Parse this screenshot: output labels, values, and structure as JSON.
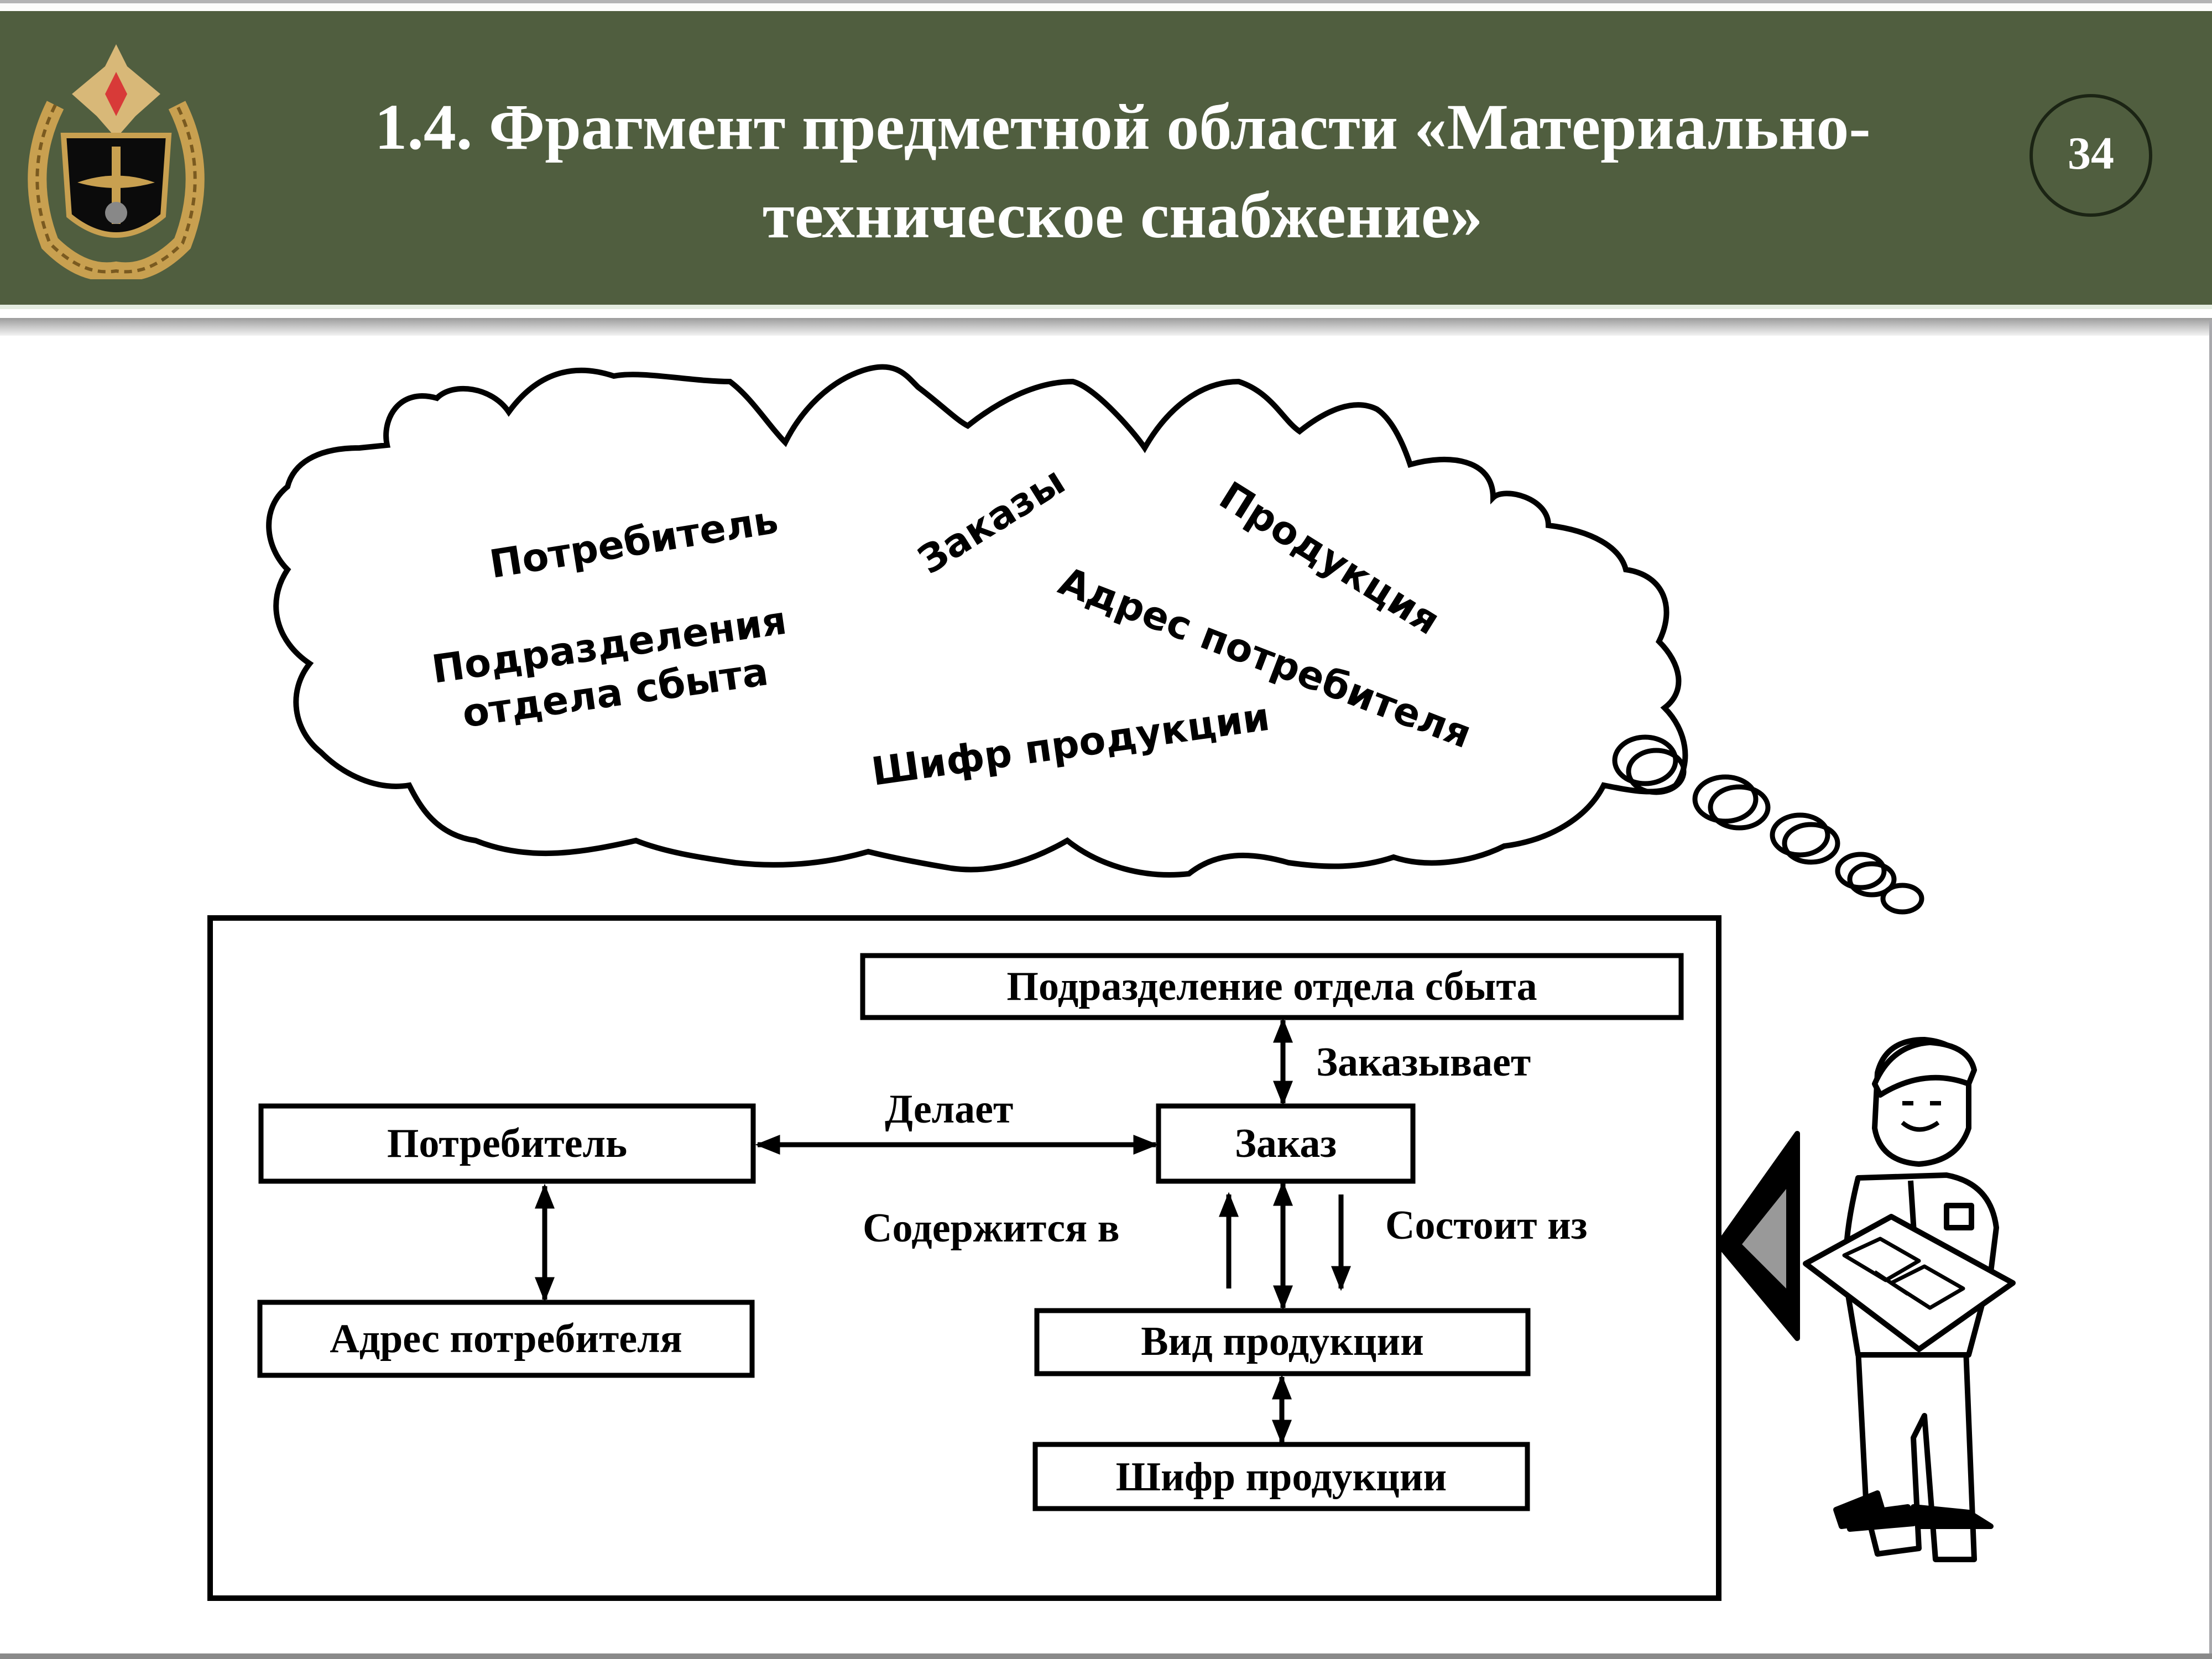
{
  "header": {
    "title": "1.4. Фрагмент предметной области «Материально-техническое снабжение»",
    "page_number": "34",
    "emblem_icon": "military-emblem-icon",
    "background_color": "#505e3f",
    "text_color": "#ffffff"
  },
  "cloud": {
    "terms": [
      "Потребитель",
      "Заказы",
      "Продукция",
      "Подразделения",
      "отдела сбыта",
      "Адрес потребителя",
      "Шифр продукции"
    ]
  },
  "diagram": {
    "entities": {
      "department": "Подразделение отдела сбыта",
      "consumer": "Потребитель",
      "order": "Заказ",
      "consumer_address": "Адрес потребителя",
      "product_type": "Вид продукции",
      "product_code": "Шифр продукции"
    },
    "relations": {
      "orders": "Заказывает",
      "makes": "Делает",
      "contained_in": "Содержится в",
      "consists_of": "Состоит из"
    }
  },
  "illustration": {
    "figure": "person-with-blueprint-icon",
    "thought_bubbles_icon": "thought-bubbles-icon"
  }
}
